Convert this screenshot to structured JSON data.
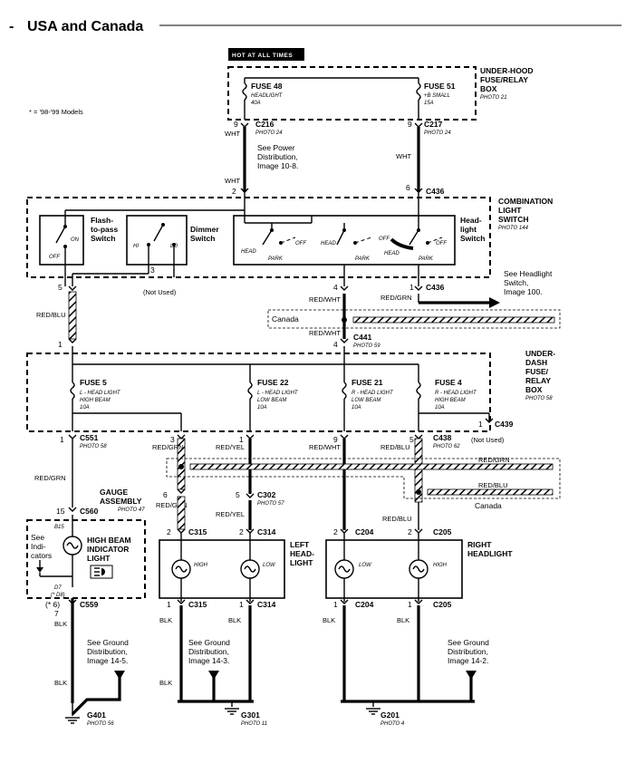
{
  "title": "USA and Canada",
  "hot_at_all_times": "HOT AT ALL TIMES",
  "footnote": "* = '98-'99 Models",
  "underhood_box": {
    "name": "UNDER-HOOD FUSE/RELAY BOX",
    "name_l1": "UNDER-HOOD",
    "name_l2": "FUSE/RELAY",
    "name_l3": "BOX",
    "photo": "PHOTO 21"
  },
  "fuse48": {
    "name": "FUSE 48",
    "desc_l1": "HEADLIGHT",
    "desc_l2": "40A"
  },
  "fuse51": {
    "name": "FUSE 51",
    "desc_l1": "+B SMALL",
    "desc_l2": "15A"
  },
  "c216": {
    "name": "C216",
    "photo": "PHOTO 24"
  },
  "c217": {
    "name": "C217",
    "photo": "PHOTO 24"
  },
  "pin_9": "9",
  "pin_2": "2",
  "pin_6": "6",
  "pin_1": "1",
  "pin_3": "3",
  "pin_4": "4",
  "pin_5": "5",
  "pin_7": "7",
  "pin_15": "15",
  "pin_6star": "(* 6)",
  "wht": "WHT",
  "power_ref_l1": "See Power",
  "power_ref_l2": "Distribution,",
  "power_ref_l3": "Image 10-8.",
  "c436": "C436",
  "combo_switch": {
    "name_l1": "COMBINATION",
    "name_l2": "LIGHT",
    "name_l3": "SWITCH",
    "photo": "PHOTO 144"
  },
  "flash_pass": {
    "l1": "Flash-",
    "l2": "to-pass",
    "l3": "Switch",
    "on": "ON",
    "off": "OFF"
  },
  "dimmer": {
    "l1": "Dimmer",
    "l2": "Switch",
    "hi": "HI",
    "lo": "LO"
  },
  "headlight_sw": {
    "l1": "Head-",
    "l2": "light",
    "l3": "Switch",
    "head": "HEAD",
    "park": "PARK",
    "off": "OFF"
  },
  "not_used": "(Not Used)",
  "headlight_switch_ref_l1": "See Headlight",
  "headlight_switch_ref_l2": "Switch,",
  "headlight_switch_ref_l3": "Image 100.",
  "red_blu": "RED/BLU",
  "red_wht": "RED/WHT",
  "red_grn": "RED/GRN",
  "red_yel": "RED/YEL",
  "canada": "Canada",
  "c441": {
    "name": "C441",
    "photo": "PHOTO 59"
  },
  "underdash_box": {
    "l1": "UNDER-",
    "l2": "DASH",
    "l3": "FUSE/",
    "l4": "RELAY",
    "l5": "BOX",
    "photo": "PHOTO 58"
  },
  "fuse5": {
    "name": "FUSE 5",
    "l1": "L - HEAD LIGHT",
    "l2": "HIGH BEAM",
    "l3": "10A"
  },
  "fuse22": {
    "name": "FUSE 22",
    "l1": "L - HEAD LIGHT",
    "l2": "LOW BEAM",
    "l3": "10A"
  },
  "fuse21": {
    "name": "FUSE 21",
    "l1": "R - HEAD LIGHT",
    "l2": "LOW BEAM",
    "l3": "10A"
  },
  "fuse4": {
    "name": "FUSE 4",
    "l1": "R - HEAD LIGHT",
    "l2": "HIGH BEAM",
    "l3": "10A"
  },
  "c439": "C439",
  "c551": {
    "name": "C551",
    "photo": "PHOTO 58"
  },
  "c438": {
    "name": "C438",
    "photo": "PHOTO 62"
  },
  "gauge_assembly": {
    "l1": "GAUGE",
    "l2": "ASSEMBLY",
    "photo": "PHOTO 47"
  },
  "c302": {
    "name": "C302",
    "photo": "PHOTO 57"
  },
  "c560": "C560",
  "b15": "B15",
  "see_indicators_l1": "See",
  "see_indicators_l2": "Indi-",
  "see_indicators_l3": "cators",
  "high_beam_indicator": {
    "l1": "HIGH BEAM",
    "l2": "INDICATOR",
    "l3": "LIGHT"
  },
  "d7": "D7",
  "d8": "(* D8)",
  "c559": "C559",
  "c315": "C315",
  "c314": "C314",
  "c204": "C204",
  "c205": "C205",
  "left_headlight": {
    "l1": "LEFT",
    "l2": "HEAD-",
    "l3": "LIGHT"
  },
  "right_headlight": {
    "l1": "RIGHT",
    "l2": "HEADLIGHT"
  },
  "high": "HIGH",
  "low": "LOW",
  "blk": "BLK",
  "ground_ref_145": {
    "l1": "See Ground",
    "l2": "Distribution,",
    "l3": "Image 14-5."
  },
  "ground_ref_143": {
    "l1": "See Ground",
    "l2": "Distribution,",
    "l3": "Image 14-3."
  },
  "ground_ref_142": {
    "l1": "See Ground",
    "l2": "Distribution,",
    "l3": "Image 14-2."
  },
  "g401": {
    "name": "G401",
    "photo": "PHOTO 56"
  },
  "g301": {
    "name": "G301",
    "photo": "PHOTO 11"
  },
  "g201": {
    "name": "G201",
    "photo": "PHOTO 4"
  }
}
